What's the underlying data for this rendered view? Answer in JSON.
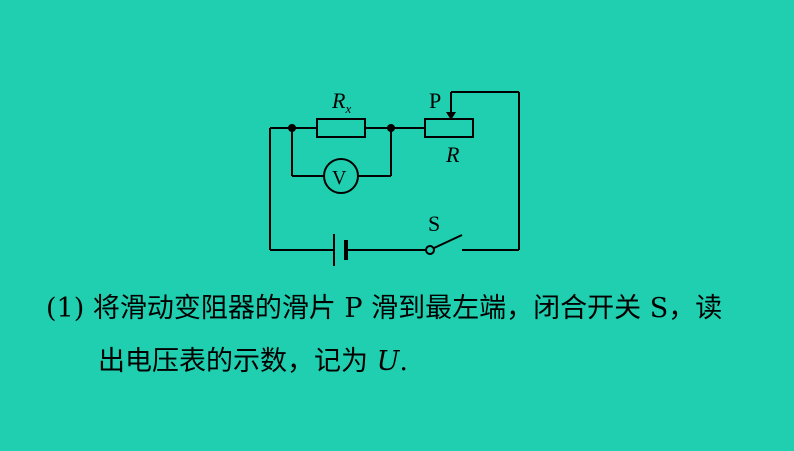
{
  "labels": {
    "rx_main": "R",
    "rx_sub": "x",
    "p": "P",
    "r": "R",
    "voltmeter": "V",
    "switch": "S"
  },
  "question": {
    "line1": "(1) 将滑动变阻器的滑片 P 滑到最左端，闭合开关 S，读",
    "line2_text": "出电压表的示数，记为 ",
    "line2_var": "U",
    "line2_end": "."
  },
  "colors": {
    "background": "#1fcfb0",
    "ink": "#000000"
  }
}
